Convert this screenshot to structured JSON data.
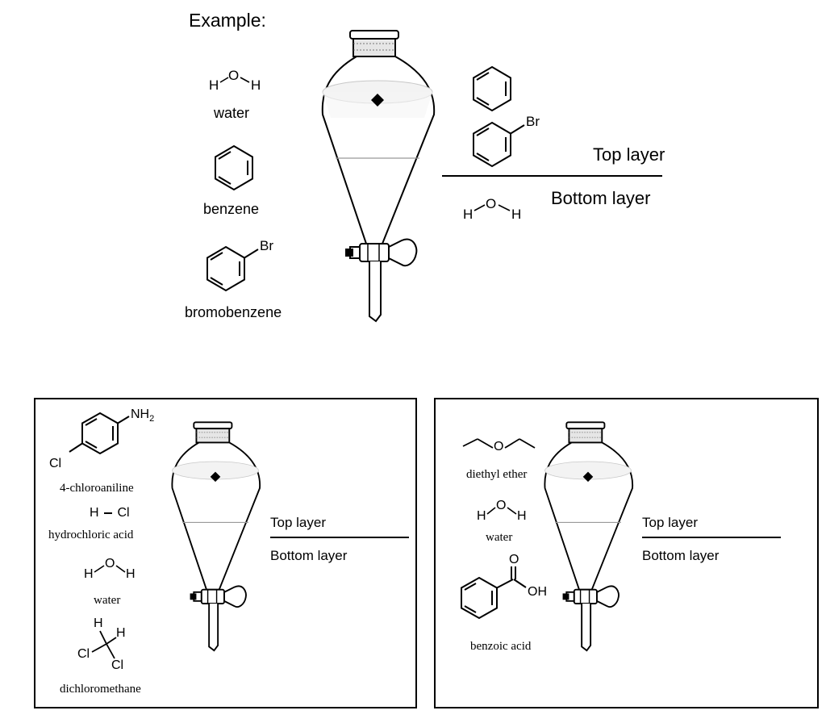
{
  "example": {
    "heading": "Example:",
    "water": {
      "name": "water",
      "h": "H",
      "o": "O"
    },
    "benzene": {
      "name": "benzene"
    },
    "bromobenzene": {
      "name": "bromobenzene",
      "br": "Br"
    },
    "funnel_top": {
      "br": "Br",
      "label": "Top layer"
    },
    "funnel_bottom": {
      "h": "H",
      "o": "O",
      "label": "Bottom layer"
    }
  },
  "panel1": {
    "chloroaniline": {
      "name": "4-chloroaniline",
      "nh2": "NH",
      "sub2": "2",
      "cl": "Cl"
    },
    "hcl": {
      "h": "H",
      "cl": "Cl",
      "name": "hydrochloric acid"
    },
    "water": {
      "name": "water",
      "h": "H",
      "o": "O"
    },
    "dcm": {
      "name": "dichloromethane",
      "h": "H",
      "cl": "Cl"
    },
    "top_label": "Top layer",
    "bottom_label": "Bottom layer"
  },
  "panel2": {
    "ether": {
      "name": "diethyl ether",
      "o": "O"
    },
    "water": {
      "name": "water",
      "h": "H",
      "o": "O"
    },
    "benzoic": {
      "name": "benzoic acid",
      "o": "O",
      "oh": "OH"
    },
    "top_label": "Top layer",
    "bottom_label": "Bottom layer"
  }
}
